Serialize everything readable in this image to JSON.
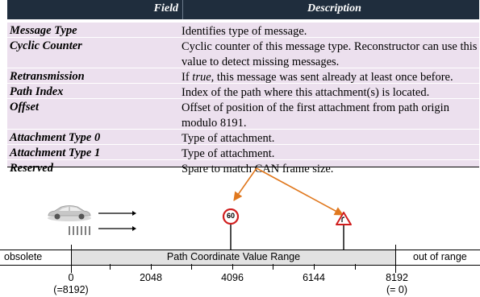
{
  "table": {
    "header": {
      "field": "Field",
      "description": "Description"
    },
    "rows": [
      {
        "field": "Message Type",
        "description": "Identifies type of message."
      },
      {
        "field": "Cyclic Counter",
        "description": "Cyclic counter of this message type. Reconstructor can use this value to detect missing messages."
      },
      {
        "field": "Retransmission",
        "description_parts": [
          "If ",
          "true",
          ", this message was sent already at least once before."
        ]
      },
      {
        "field": "Path Index",
        "description": "Index of the path where this attachment(s) is located."
      },
      {
        "field": "Offset",
        "description": "Offset of position of the first attachment from path origin modulo 8191."
      },
      {
        "field": "Attachment Type 0",
        "description": "Type of attachment."
      },
      {
        "field": "Attachment Type 1",
        "description": "Type of attachment."
      },
      {
        "field": "Reserved",
        "description": "Spare to match CAN frame size."
      }
    ]
  },
  "diagram": {
    "left_zone": "obsolete",
    "middle_zone": "Path Coordinate Value Range",
    "right_zone": "out of range",
    "ticks": [
      "0",
      "2048",
      "4096",
      "6144",
      "8192"
    ],
    "tick_sublabels": {
      "0": "(=8192)",
      "8192": "(= 0)"
    },
    "speed_sign": "60",
    "colors": {
      "arrow": "#e0781e",
      "sign_border": "#d01e1e",
      "zone_fill": "#e2e2e2"
    }
  }
}
